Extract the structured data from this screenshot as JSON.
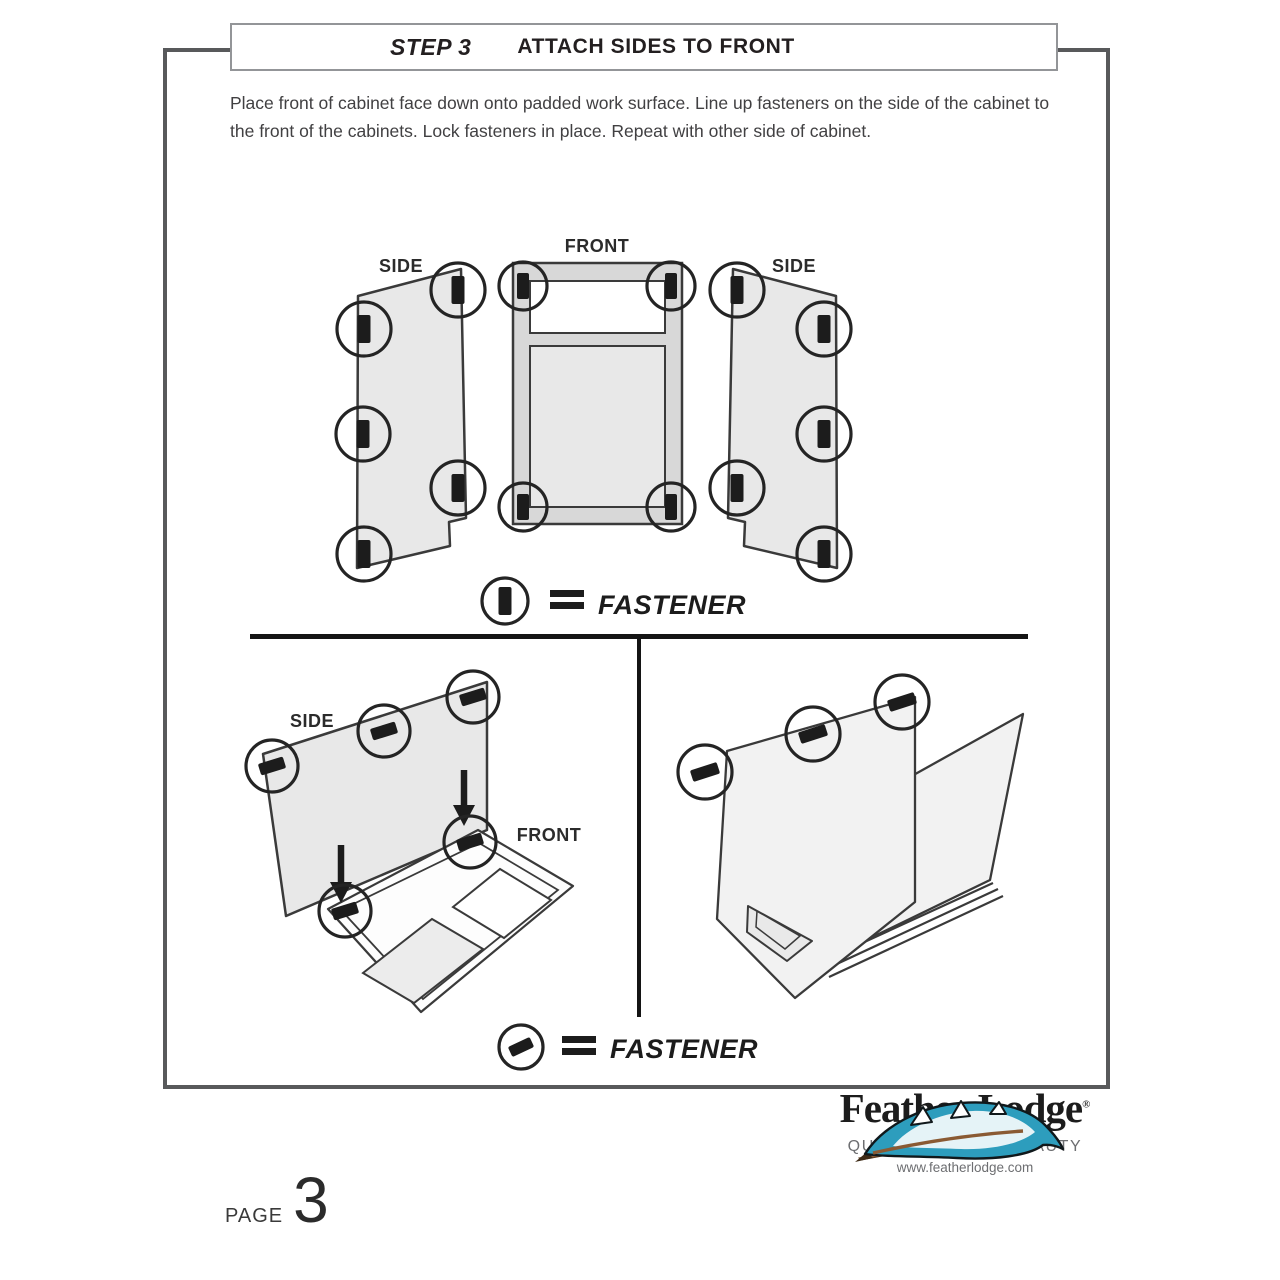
{
  "header": {
    "step_label": "STEP 3",
    "title": "ATTACH SIDES TO FRONT"
  },
  "instructions": "Place front of cabinet face down onto padded work surface. Line up fasteners on the side of the cabinet to the front of the cabinets. Lock fasteners in place. Repeat with other side of cabinet.",
  "top_diagram": {
    "side_left_label": "SIDE",
    "front_label": "FRONT",
    "side_right_label": "SIDE",
    "legend": {
      "equals": "=",
      "label": "FASTENER"
    }
  },
  "bottom_left_diagram": {
    "side_label": "SIDE",
    "front_label": "FRONT"
  },
  "bottom_legend": {
    "equals": "=",
    "label": "FASTENER"
  },
  "footer": {
    "page_label": "PAGE",
    "page_number": "3",
    "brand": "Feather Lodge",
    "registered_mark": "®",
    "tagline": "QUALITY, VALUE, BEAUTY",
    "website": "www.featherlodge.com"
  },
  "colors": {
    "outline": "#3a3a3a",
    "panel_fill": "#e8e8e8",
    "panel_fill_light": "#f2f2f2",
    "frame_fill": "#d8d8d8",
    "box_border": "#58595b",
    "header_border": "#939598",
    "divider": "#141414",
    "feather_teal": "#2d9dbd",
    "quill_brown": "#8a5a33",
    "tagline_gray": "#6d6e71"
  }
}
